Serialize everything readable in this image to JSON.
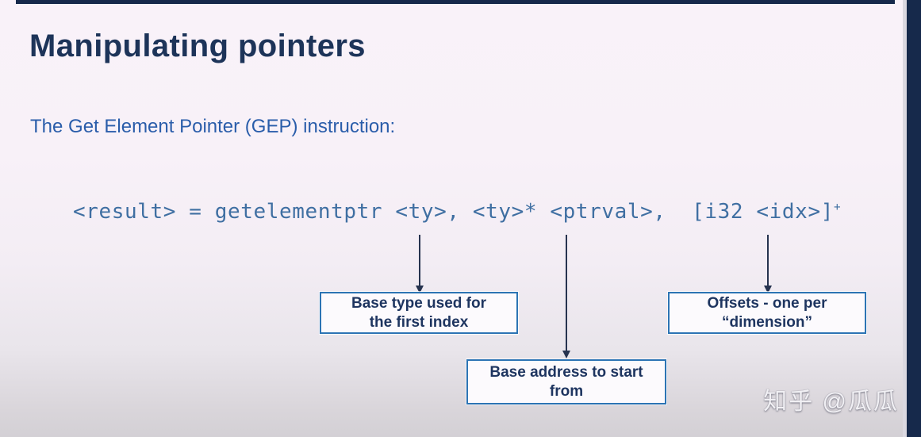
{
  "slide": {
    "title": "Manipulating pointers",
    "subtitle": "The Get Element Pointer (GEP) instruction:",
    "code_line": "<result> = getelementptr <ty>, <ty>* <ptrval>,  [i32 <idx>]",
    "code_superscript": "+",
    "callouts": [
      {
        "label": "Base type used for\nthe first index"
      },
      {
        "label": "Base address to start\nfrom"
      },
      {
        "label": "Offsets - one per\n“dimension”"
      }
    ]
  },
  "watermark": {
    "text": "知乎 @瓜瓜"
  },
  "colors": {
    "title": "#1d3459",
    "subtitle": "#2a5daa",
    "code": "#3f6fa2",
    "callout_border": "#2c74b4",
    "callout_text": "#1e3560",
    "frame_bar": "#16294b"
  }
}
